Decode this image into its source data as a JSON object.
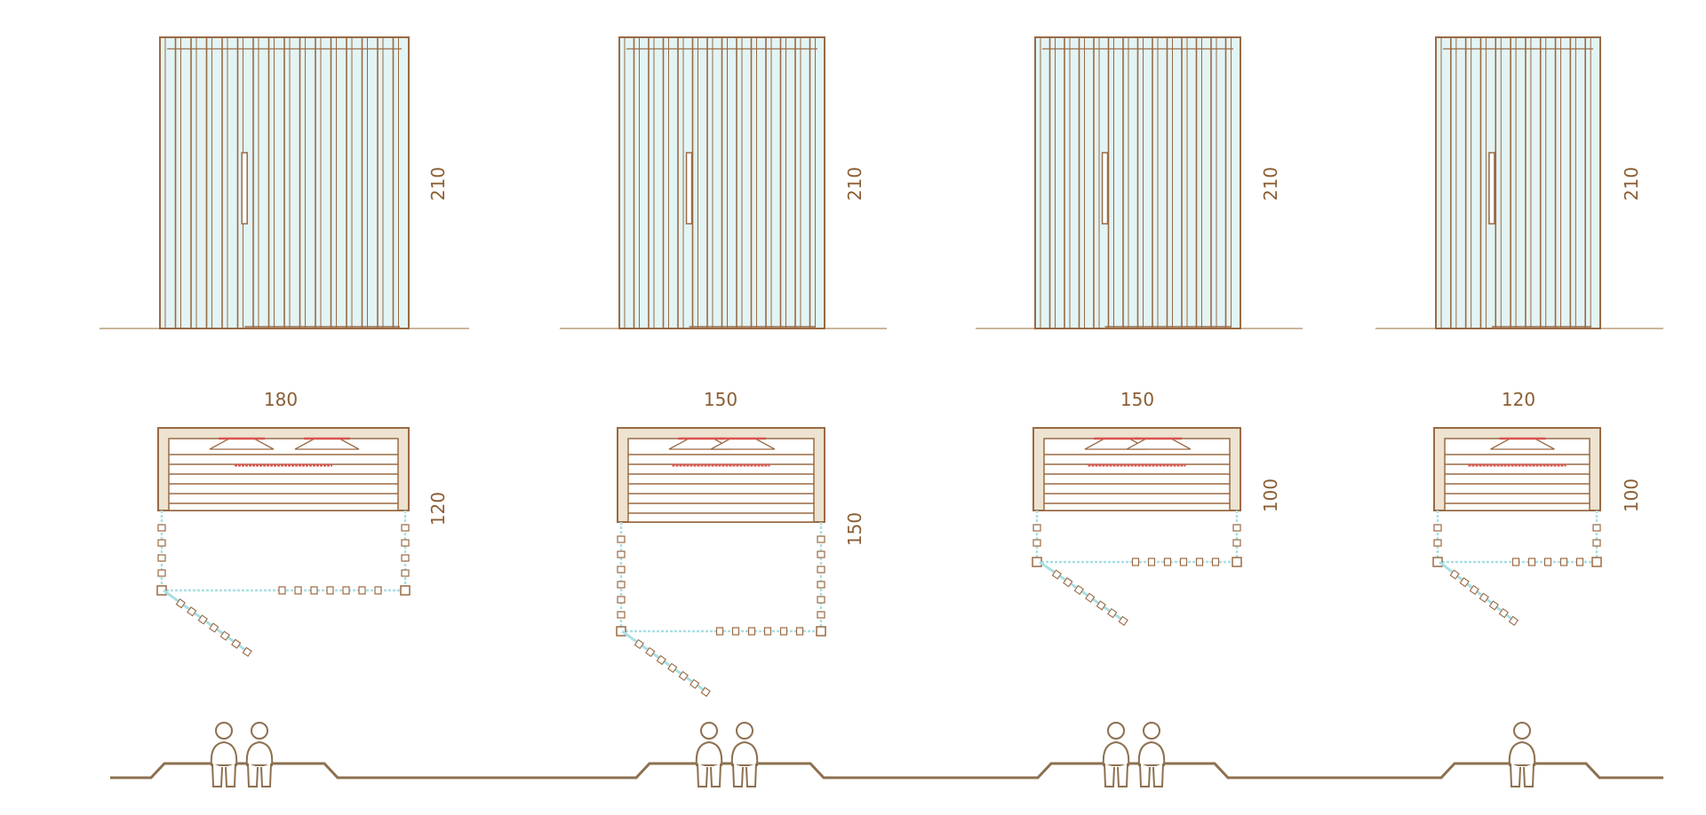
{
  "colors": {
    "frame": "#9a6a44",
    "glass": "#e3f4f5",
    "glass_line": "#a9dfe4",
    "bench_fill": "#ede3d0",
    "heater": "#d9534f",
    "ground": "#c9b79c",
    "floor_line": "#8d7050"
  },
  "units": [
    {
      "width_label": "180",
      "height_label": "210",
      "depth_label": "120",
      "people": 2
    },
    {
      "width_label": "150",
      "height_label": "210",
      "depth_label": "150",
      "people": 2
    },
    {
      "width_label": "150",
      "height_label": "210",
      "depth_label": "100",
      "people": 2
    },
    {
      "width_label": "120",
      "height_label": "210",
      "depth_label": "100",
      "people": 1
    }
  ]
}
